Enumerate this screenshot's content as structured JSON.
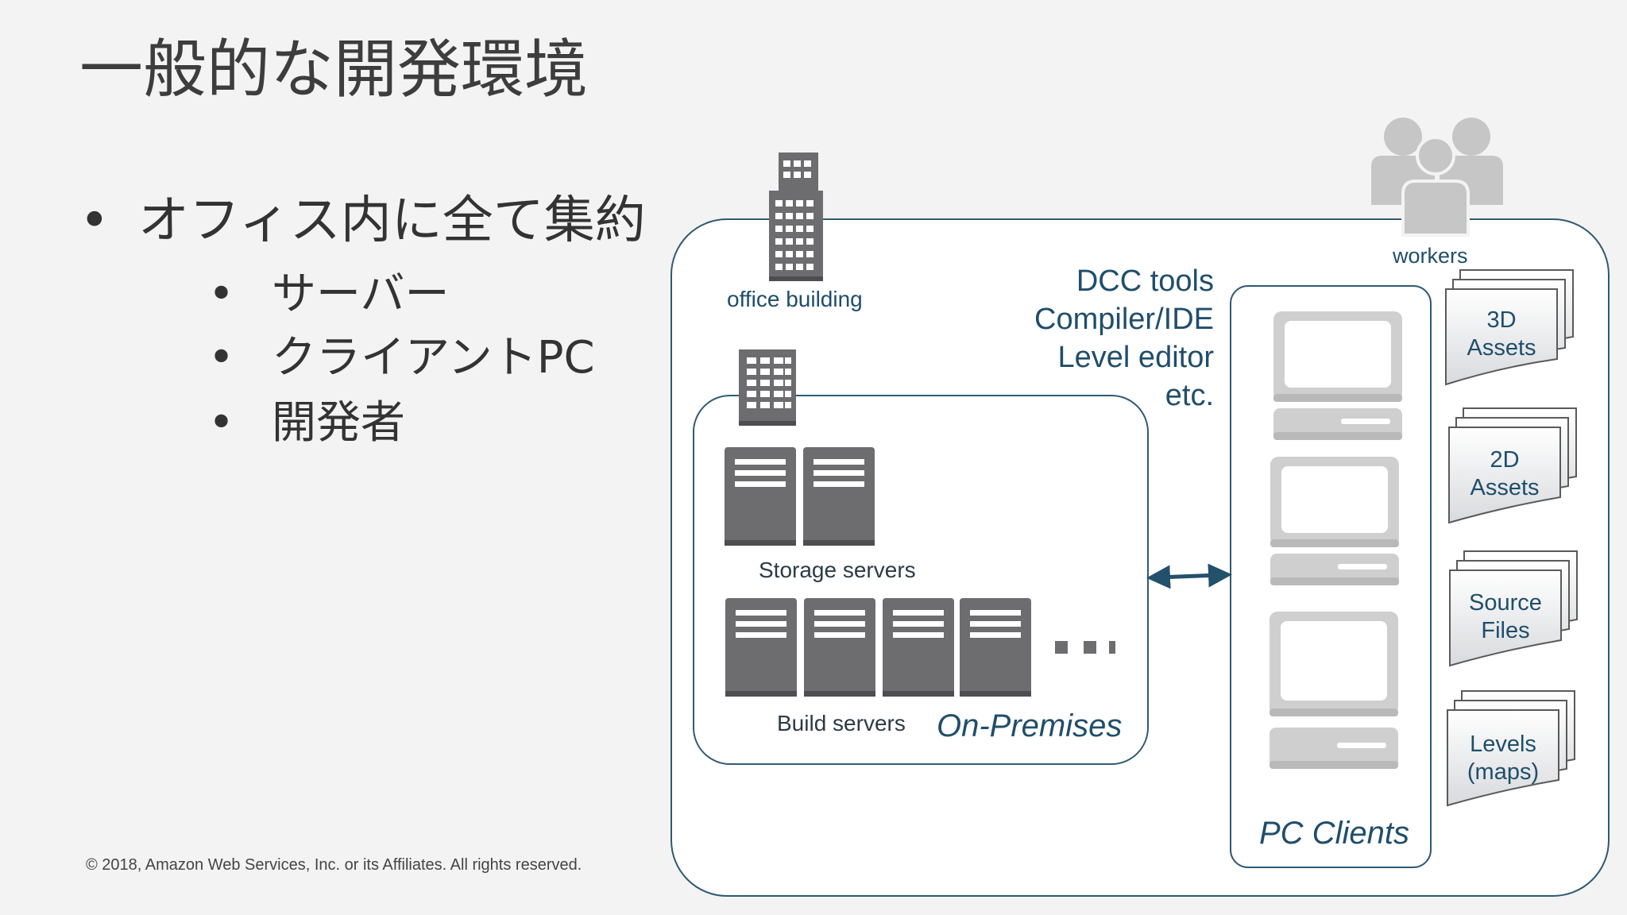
{
  "slide": {
    "title": "一般的な開発環境",
    "bullets": [
      {
        "text": "オフィス内に全て集約",
        "level": 1
      },
      {
        "text": "サーバー",
        "level": 2
      },
      {
        "text": "クライアントPC",
        "level": 2
      },
      {
        "text": "開発者",
        "level": 2
      }
    ],
    "bullet_glyph": "•",
    "copyright": "© 2018, Amazon Web Services, Inc. or its Affiliates. All rights reserved."
  },
  "diagram": {
    "office_label": "office building",
    "workers_label": "workers",
    "tools": [
      "DCC tools",
      "Compiler/IDE",
      "Level editor",
      "etc."
    ],
    "storage_label": "Storage servers",
    "build_label": "Build servers",
    "onprem_label": "On-Premises",
    "clients_label": "PC Clients",
    "assets": [
      {
        "line1": "3D",
        "line2": "Assets"
      },
      {
        "line1": "2D",
        "line2": "Assets"
      },
      {
        "line1": "Source",
        "line2": "Files"
      },
      {
        "line1": "Levels",
        "line2": "(maps)"
      }
    ],
    "ellipsis": "…",
    "colors": {
      "frame": "#2f5a72",
      "label": "#1f4e6b",
      "server": "#6d6d6f",
      "server_dark": "#4e4e50",
      "pc": "#cfcfcf",
      "arrow": "#23506a"
    }
  }
}
